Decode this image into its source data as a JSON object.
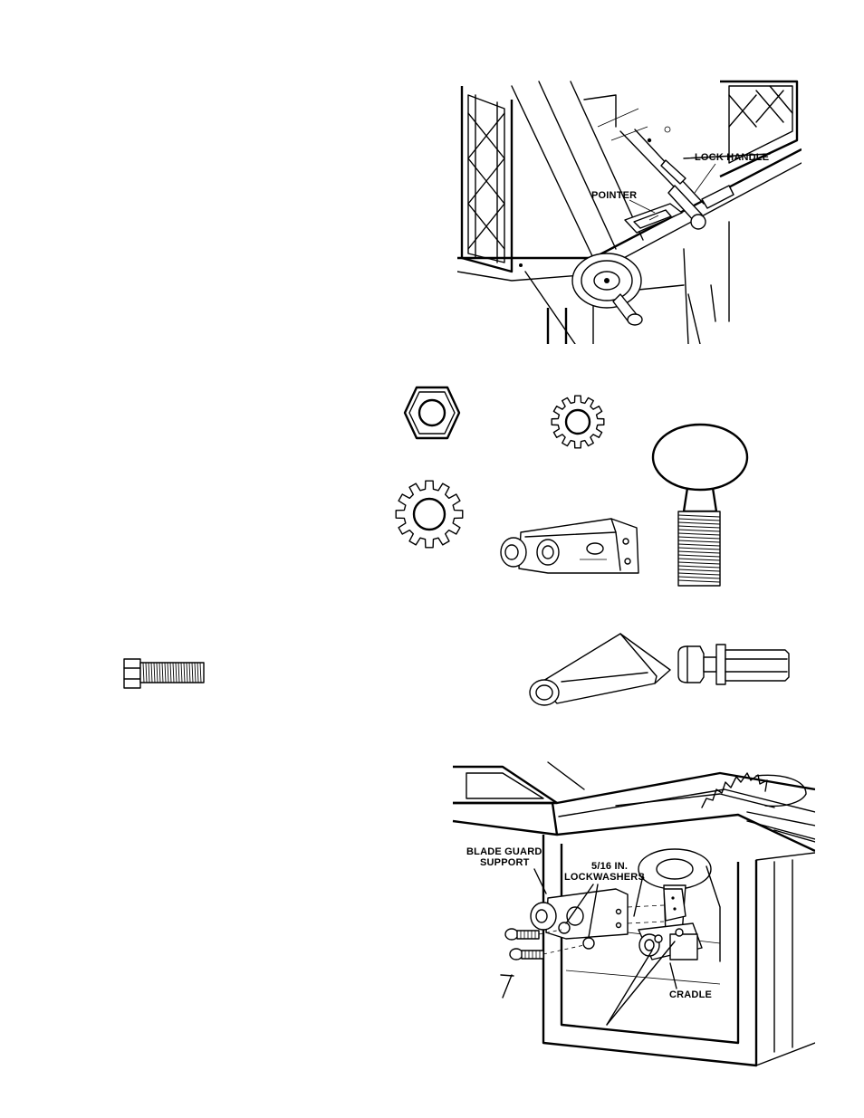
{
  "figures": {
    "saw_top": {
      "labels": {
        "lock_handle": "LOCK HANDLE",
        "pointer": "POINTER"
      }
    },
    "saw_bottom": {
      "labels": {
        "blade_guard_support_line1": "BLADE GUARD",
        "blade_guard_support_line2": "SUPPORT",
        "lockwashers_line1": "5/16 IN.",
        "lockwashers_line2": "LOCKWASHERS",
        "cradle": "CRADLE"
      }
    }
  }
}
